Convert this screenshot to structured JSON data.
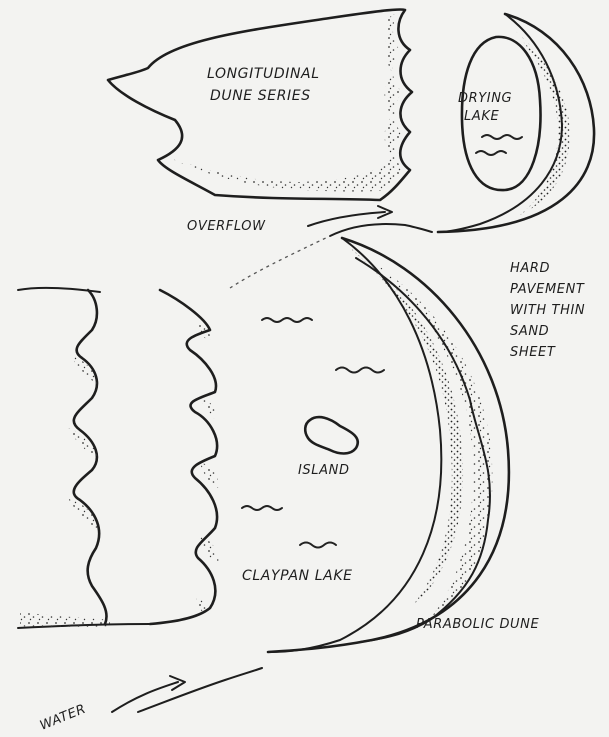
{
  "labels": {
    "longitudinal_line1": "LONGITUDINAL",
    "longitudinal_line2": "DUNE SERIES",
    "drying_line1": "DRYING",
    "drying_line2": "LAKE",
    "overflow": "OVERFLOW",
    "hard_line1": "HARD",
    "hard_line2": "PAVEMENT",
    "hard_line3": "WITH THIN",
    "hard_line4": "SAND",
    "hard_line5": "SHEET",
    "island": "ISLAND",
    "claypan": "CLAYPAN LAKE",
    "parabolic": "PARABOLIC DUNE",
    "water": "WATER"
  }
}
